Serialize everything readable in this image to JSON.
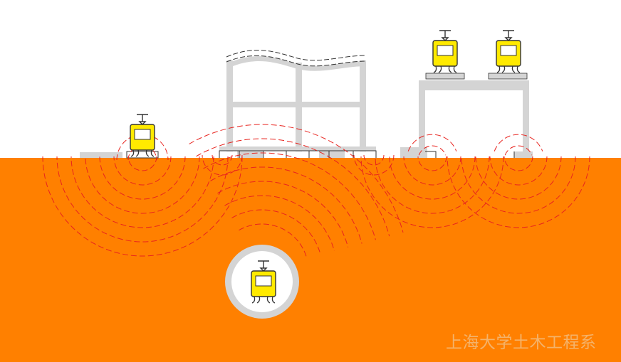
{
  "credit_text": "上海大学土木工程系",
  "colors": {
    "soil": "#ff8000",
    "sky": "#ffffff",
    "structure": "#d4d4d4",
    "wave": "#e8231e",
    "tram_body": "#ffea00",
    "tram_outline": "#333333",
    "credit_text": "#f4b36b"
  },
  "trams": [
    {
      "name": "surface-tram-left"
    },
    {
      "name": "viaduct-tram-left"
    },
    {
      "name": "viaduct-tram-right"
    },
    {
      "name": "tunnel-tram"
    }
  ]
}
